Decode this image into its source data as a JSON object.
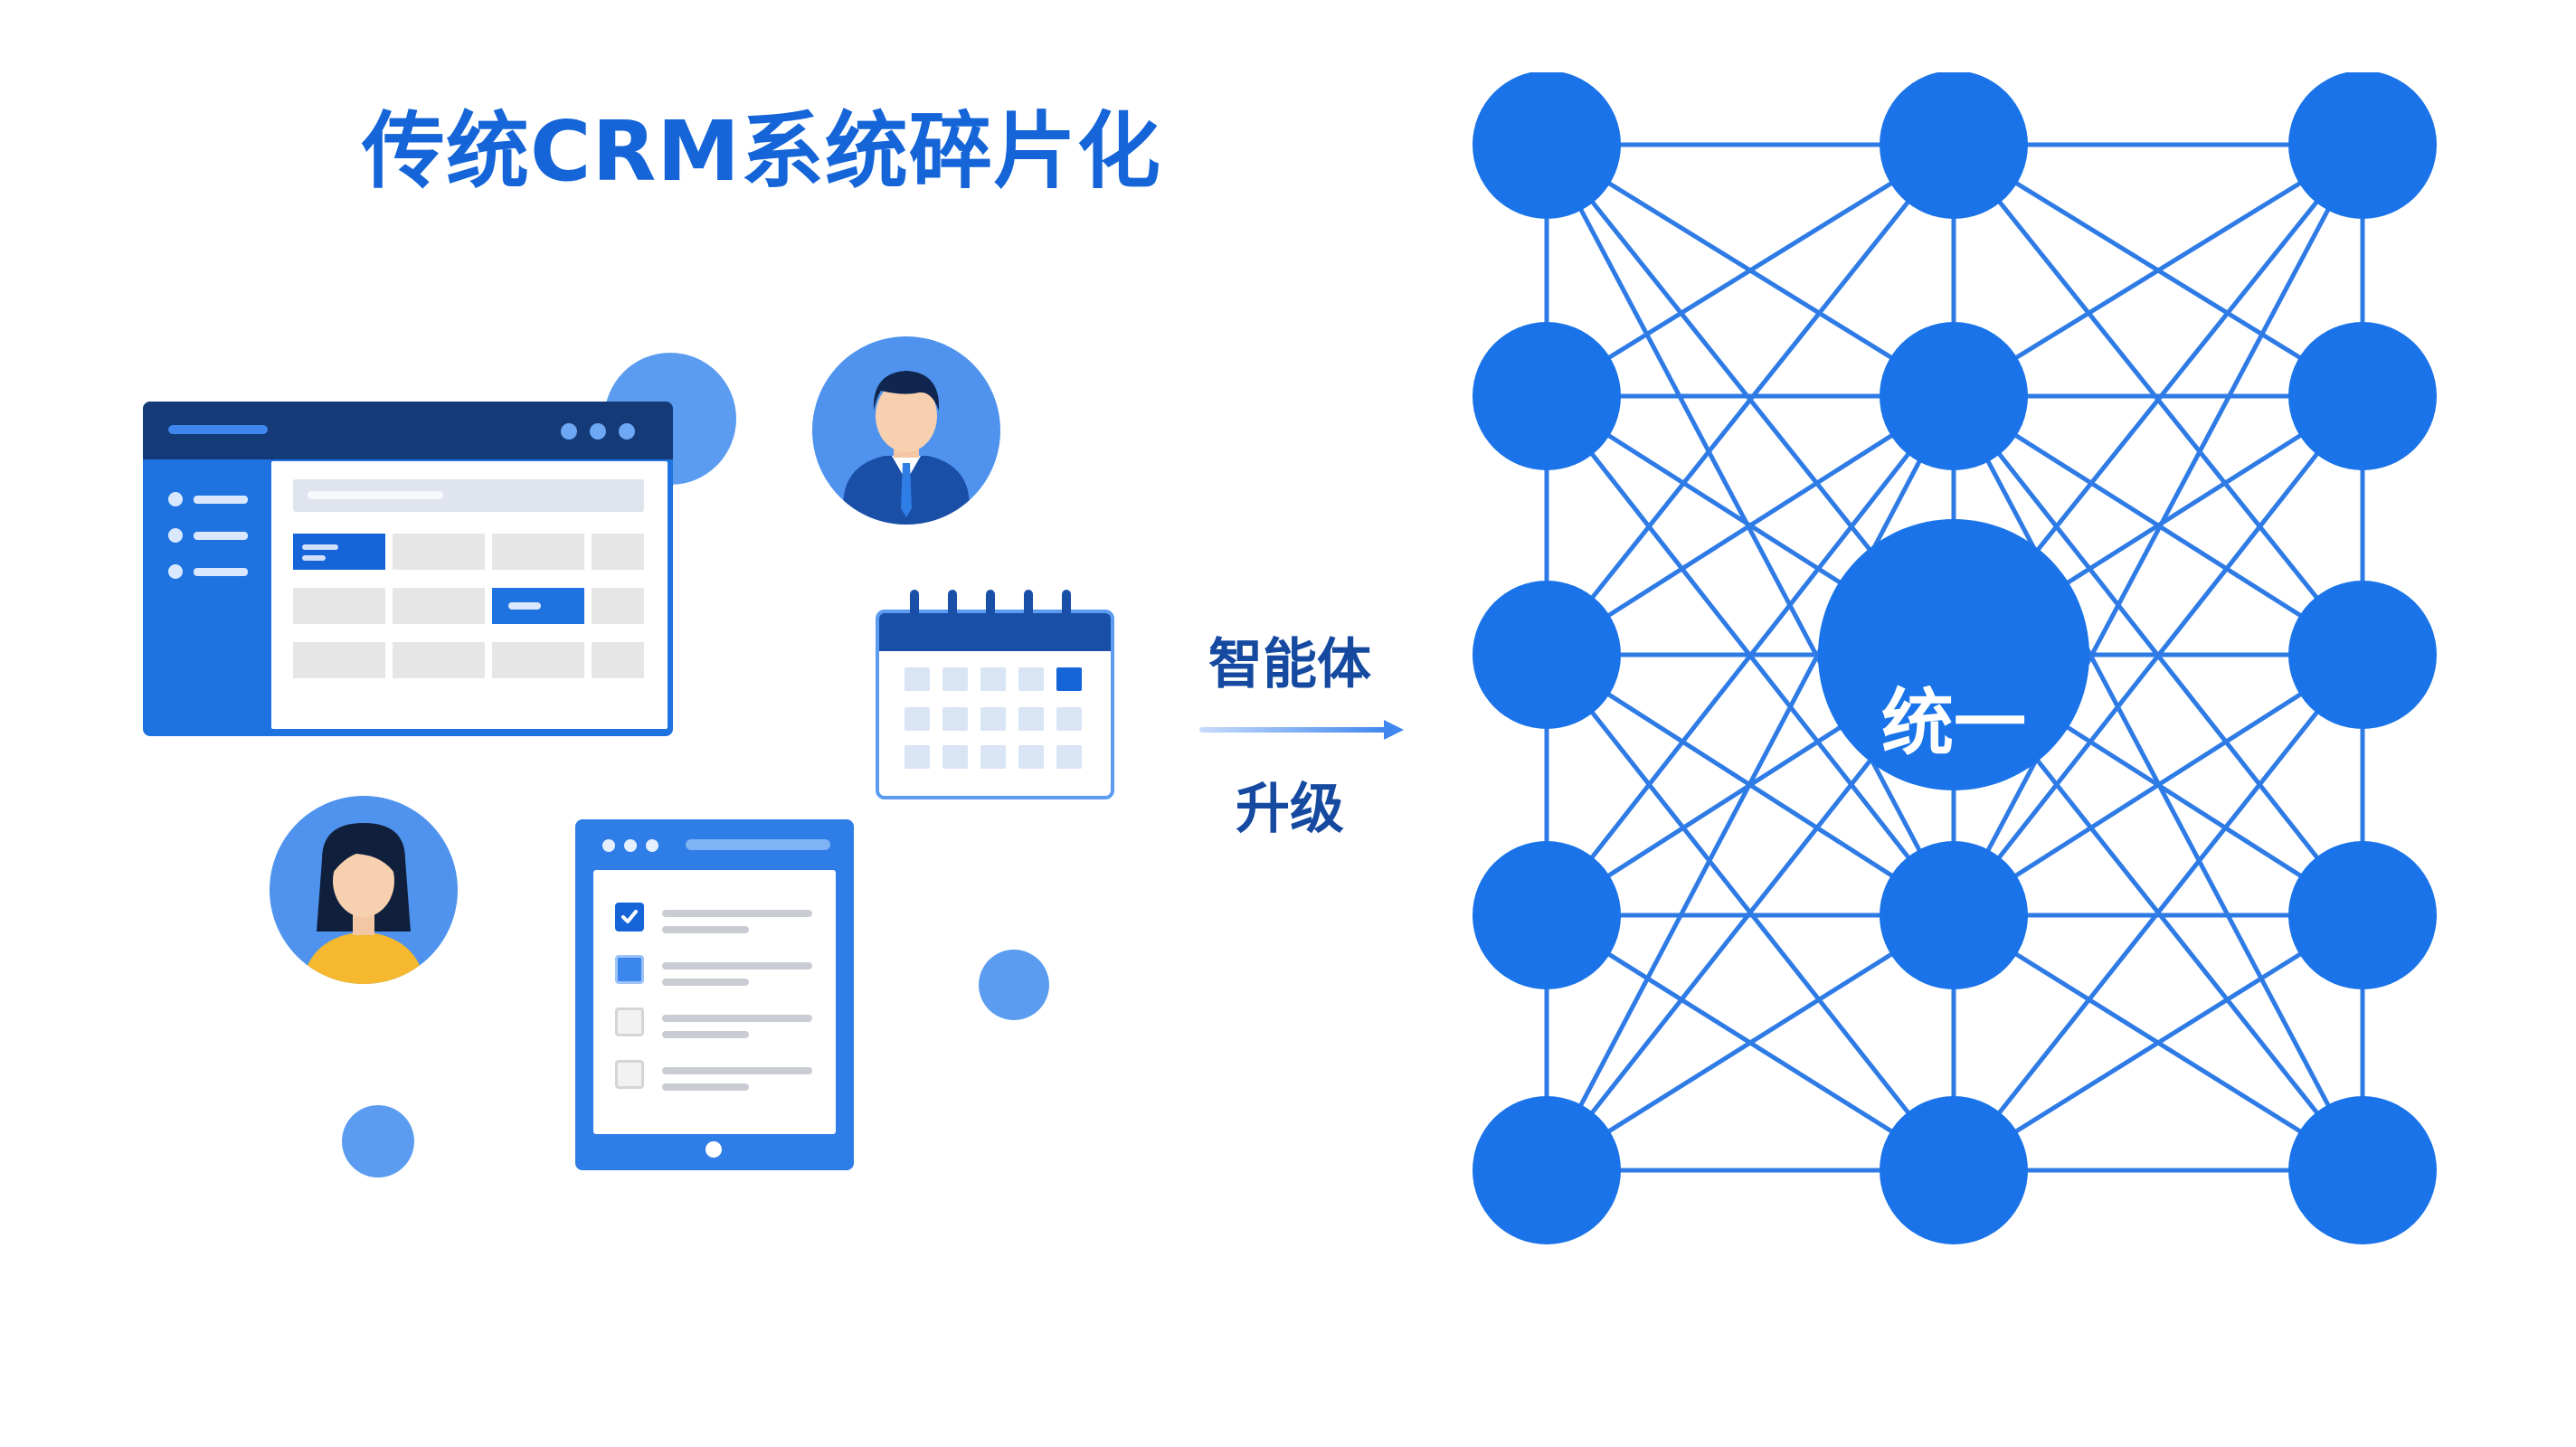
{
  "left": {
    "title": "传统CRM系统碎片化"
  },
  "middle": {
    "label_top": "智能体",
    "label_bottom": "升级"
  },
  "network": {
    "center_label": "统一"
  },
  "colors": {
    "primary": "#1565d8",
    "node": "#1a73e8",
    "line": "#2f7be6",
    "dark_navy": "#143a78",
    "light_blue": "#5b9cf0",
    "avatar_yellow": "#f5b82e"
  },
  "icons": [
    "browser-window-icon",
    "calendar-icon",
    "tablet-checklist-icon",
    "male-user-avatar",
    "female-user-avatar",
    "right-arrow-icon"
  ]
}
